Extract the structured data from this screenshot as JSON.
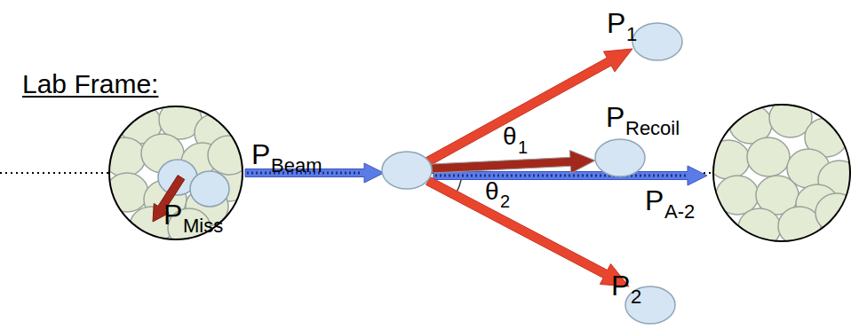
{
  "diagram": {
    "title": "Lab Frame:",
    "labels": [
      "P",
      "1",
      "P",
      "Recoil",
      "P",
      "Beam",
      "θ",
      "1",
      "P",
      "A-2",
      "P",
      "Miss",
      "θ",
      "2",
      "P",
      "2"
    ]
  }
}
